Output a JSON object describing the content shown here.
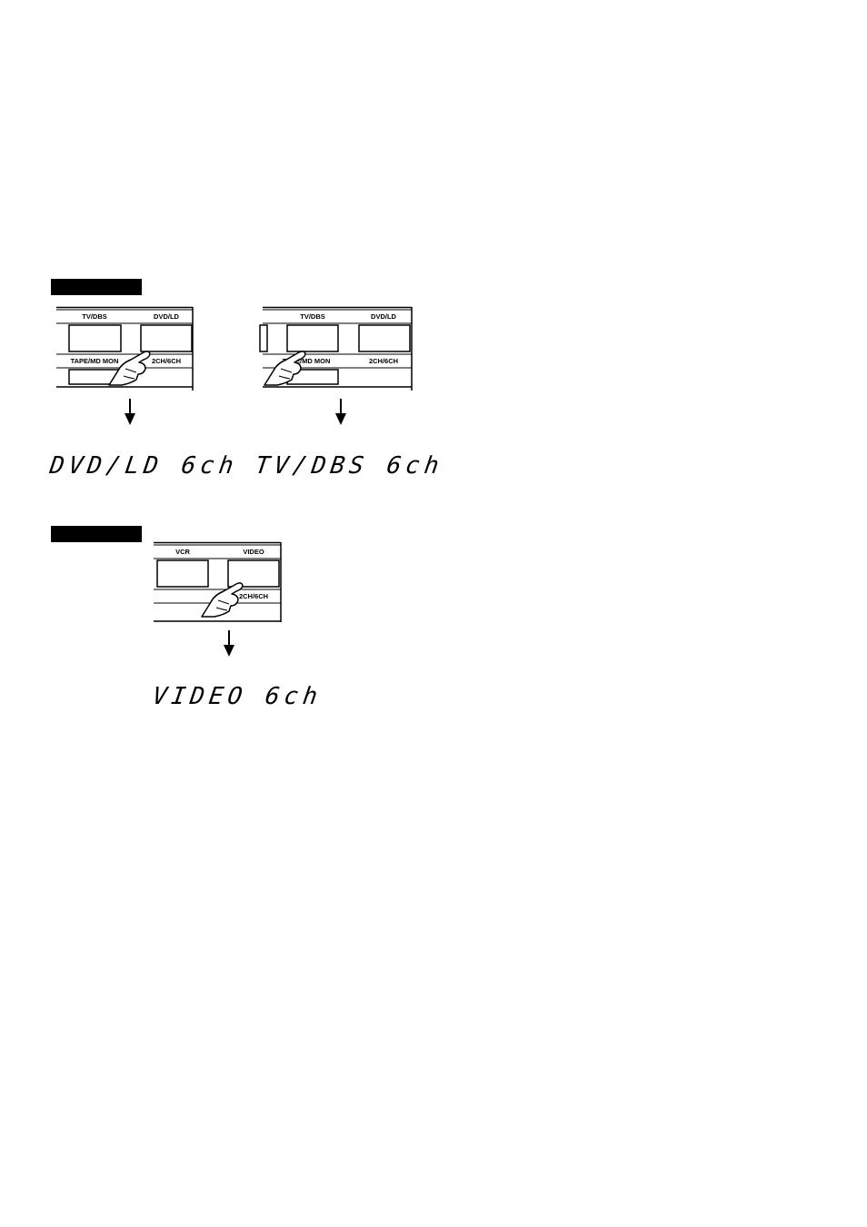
{
  "step1": {
    "panel_a": {
      "top_left": "TV/DBS",
      "top_right": "DVD/LD",
      "bottom_left": "TAPE/MD MON",
      "bottom_right": "2CH/6CH"
    },
    "panel_b": {
      "top_left": "TV/DBS",
      "top_right": "DVD/LD",
      "bottom_left": "TAPE/MD MON",
      "bottom_right": "2CH/6CH"
    },
    "display_a": "DVD/LD 6ch",
    "display_b": "TV/DBS 6ch"
  },
  "step2": {
    "panel": {
      "top_left": "VCR",
      "top_right": "VIDEO",
      "bottom_right": "2CH/6CH"
    },
    "display": "VIDEO 6ch"
  },
  "icons": [
    "pointing-hand-icon",
    "down-arrow-icon"
  ],
  "colors": {
    "ink": "#000000",
    "paper": "#ffffff"
  }
}
